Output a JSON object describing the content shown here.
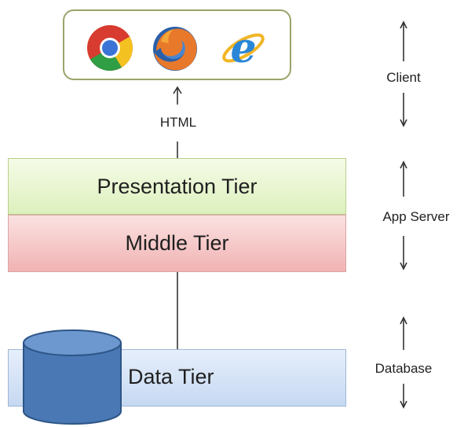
{
  "client": {
    "browsers": [
      {
        "name": "chrome-icon"
      },
      {
        "name": "firefox-icon"
      },
      {
        "name": "internet-explorer-icon"
      }
    ]
  },
  "connector_label": "HTML",
  "tiers": {
    "presentation": "Presentation Tier",
    "middle": "Middle Tier",
    "data": "Data Tier"
  },
  "side_labels": {
    "client": "Client",
    "app_server": "App Server",
    "database": "Database"
  },
  "colors": {
    "client_border": "#9aa36a",
    "presentation": "#ddf0bd",
    "middle": "#f1b3b3",
    "data": "#c6d8f2",
    "cylinder": "#4a78b5"
  }
}
